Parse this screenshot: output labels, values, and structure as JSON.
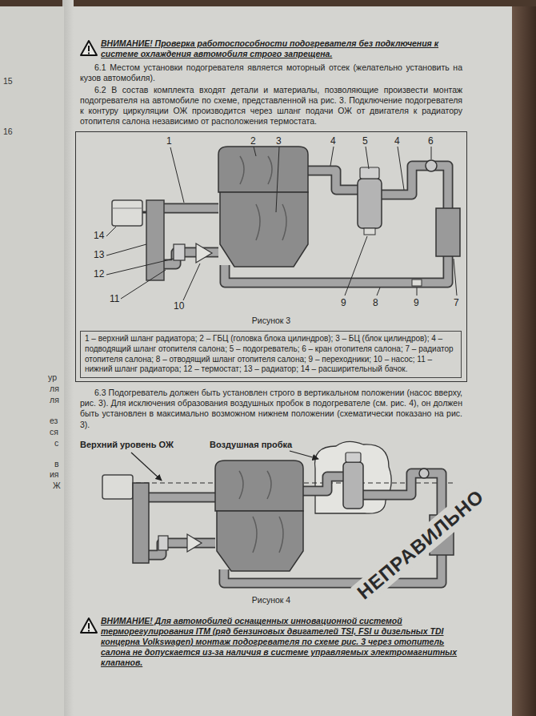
{
  "diagram": {
    "nodes": [
      {
        "text": [
          "Рисунок 3"
        ]
      },
      {
        "text": [
          "1 – верхний шланг радиатора; 2 – ГБЦ (головка блока цилиндров); 3 – БЦ (блок цилиндров); 4 – подводящий шланг отопителя салона; 5 – подогреватель; 6 – кран отопителя салона; 7 – радиатор отопителя салона; 8 – отводящий шланг отопителя салона; 9 – переходники; 10 – насос; 11 – нижний шланг радиатора; 12 – термостат; 13 – радиатор; 14 – расширительный бачок."
        ],
        "in": 0
      }
    ],
    "labels": [
      "15",
      "16",
      "ур",
      "ля",
      "ля",
      "ез",
      "ся",
      "с",
      "в",
      "ия",
      "Ж",
      "ВНИМАНИЕ! Проверка работоспособности подогревателя без подключения к системе охлаждения автомобиля строго запрещена.",
      "6.1 Местом установки подогревателя является моторный отсек (желательно установить на кузов автомобиля).",
      "6.2 В состав комплекта входят детали и материалы, позволяющие произвести монтаж подогревателя на автомобиле по схеме, представленной на рис. 3. Подключение подогревателя к контуру циркуляции ОЖ производится через шланг подачи ОЖ от двигателя к радиатору отопителя салона независимо от расположения термостата.",
      "1",
      "2",
      "3",
      "4",
      "5",
      "4",
      "6",
      "14",
      "13",
      "12",
      "11",
      "10",
      "9",
      "8",
      "9",
      "7",
      "6.3 Подогреватель должен быть установлен строго в вертикальном положении (насос вверху, рис. 3). Для исключения образования воздушных пробок в подогревателе (см. рис. 4), он должен быть установлен в максимально возможном нижнем положении (схематически показано на рис. 3).",
      "Верхний уровень ОЖ",
      "Воздушная пробка",
      "НЕПРАВИЛЬНО",
      "Рисунок 4",
      "ВНИМАНИЕ! Для автомобилей оснащенных инновационной системой терморегулирования ITM (ряд бензиновых двигателей TSI, FSI и дизельных TDI концерна Volkswagen) монтаж подогревателя по схеме рис. 3 через отопитель салона не допускается из-за наличия в системе управляемых электромагнитных клапанов."
    ]
  }
}
